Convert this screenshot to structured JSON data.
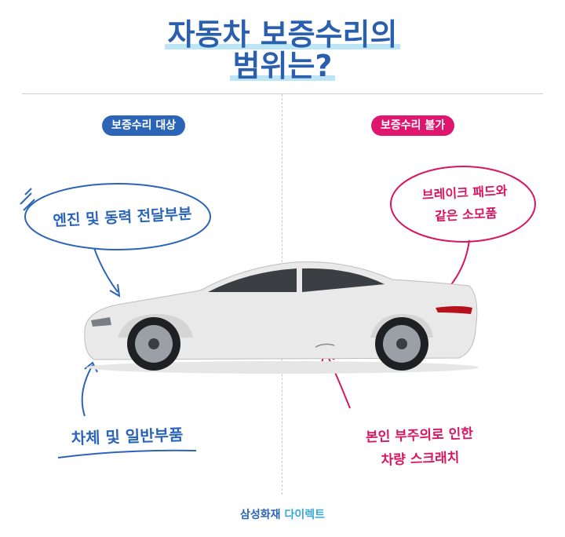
{
  "title": {
    "line1": "자동차 보증수리의",
    "line2": "범위는?"
  },
  "badges": {
    "covered": "보증수리 대상",
    "not_covered": "보증수리 불가"
  },
  "covered_items": {
    "engine": "엔진 및 동력 전달부분",
    "body": "차체 및 일반부품"
  },
  "not_covered_items": {
    "brake_line1": "브레이크 패드와",
    "brake_line2": "같은 소모품",
    "scratch_line1": "본인 부주의로 인한",
    "scratch_line2": "차량 스크래치"
  },
  "footer": {
    "brand": "삼성화재",
    "sub": "다이렉트"
  },
  "colors": {
    "blue": "#2c64b8",
    "pink": "#e0156d",
    "title": "#2a5fae",
    "highlight": "#8fd3ef"
  }
}
